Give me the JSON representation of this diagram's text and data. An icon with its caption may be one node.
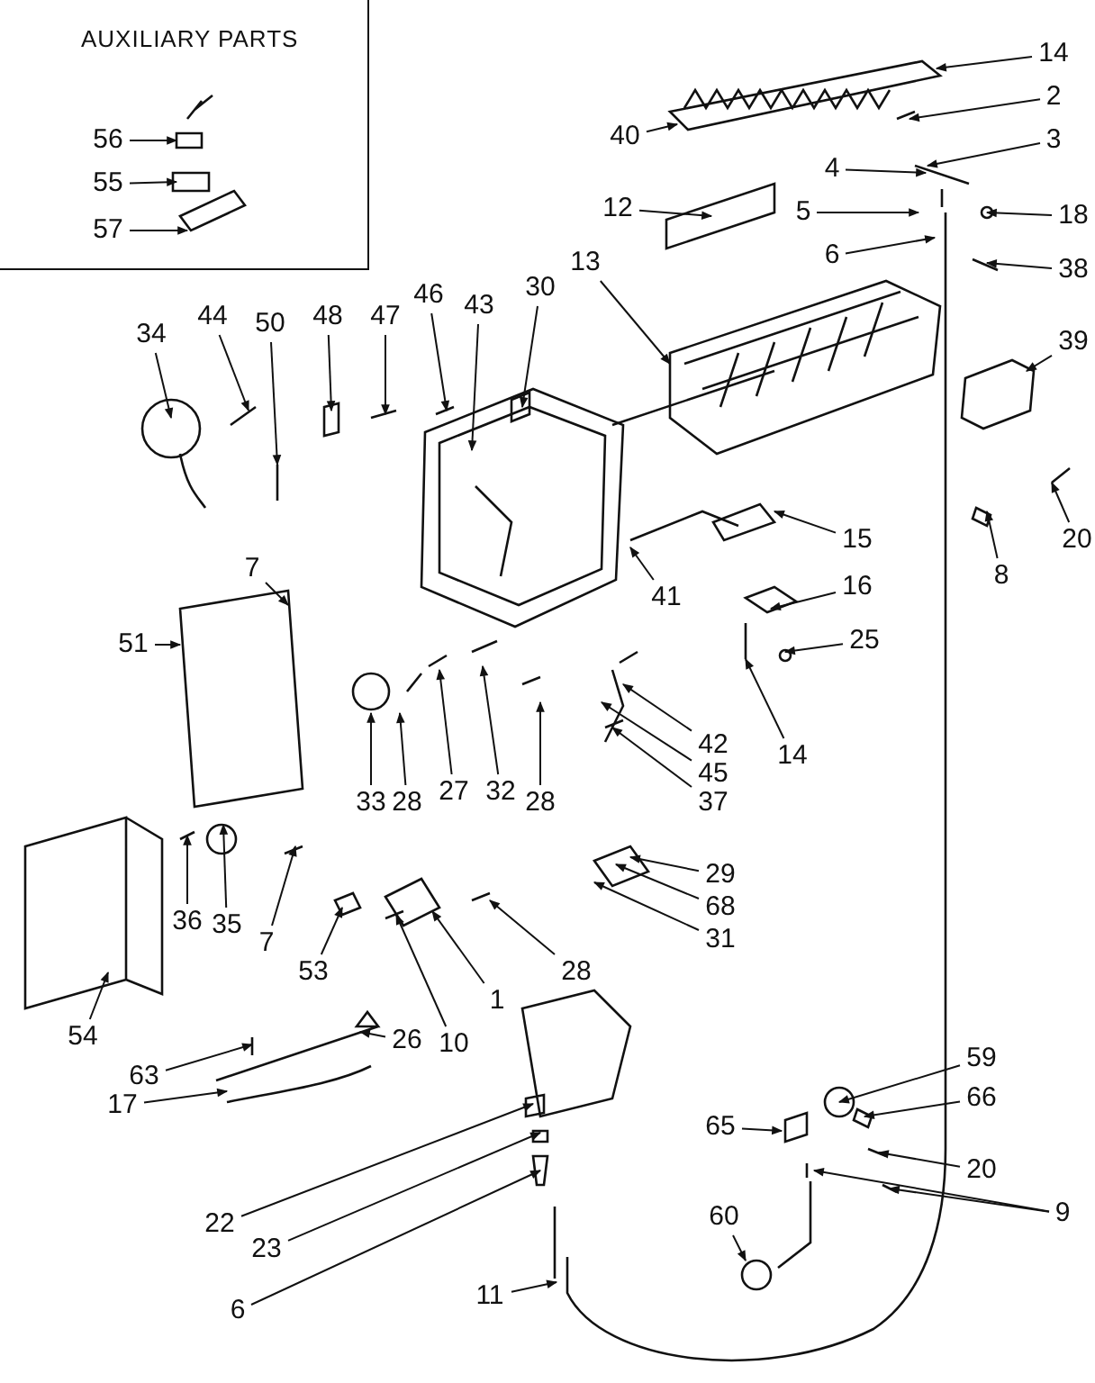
{
  "diagram": {
    "nodes": [
      {
        "text": [
          "AUXILIARY PARTS"
        ]
      },
      {
        "text": [
          "56"
        ],
        "in": 0
      },
      {
        "text": [
          "55"
        ],
        "in": 0
      },
      {
        "text": [
          "57"
        ],
        "in": 0
      },
      {
        "text": [
          "14"
        ]
      },
      {
        "text": [
          "40"
        ]
      },
      {
        "text": [
          "2"
        ]
      },
      {
        "text": [
          "3"
        ]
      },
      {
        "text": [
          "18"
        ]
      },
      {
        "text": [
          "38"
        ]
      },
      {
        "text": [
          "12"
        ]
      },
      {
        "text": [
          "4"
        ]
      },
      {
        "text": [
          "5"
        ]
      },
      {
        "text": [
          "6"
        ]
      },
      {
        "text": [
          "13"
        ]
      },
      {
        "text": [
          "39"
        ]
      },
      {
        "text": [
          "30"
        ]
      },
      {
        "text": [
          "46"
        ]
      },
      {
        "text": [
          "43"
        ]
      },
      {
        "text": [
          "48"
        ]
      },
      {
        "text": [
          "47"
        ]
      },
      {
        "text": [
          "34"
        ]
      },
      {
        "text": [
          "44"
        ]
      },
      {
        "text": [
          "50"
        ]
      },
      {
        "text": [
          "20"
        ]
      },
      {
        "text": [
          "8"
        ]
      },
      {
        "text": [
          "7"
        ]
      },
      {
        "text": [
          "51"
        ]
      },
      {
        "text": [
          "41"
        ]
      },
      {
        "text": [
          "15"
        ]
      },
      {
        "text": [
          "16"
        ]
      },
      {
        "text": [
          "25"
        ]
      },
      {
        "text": [
          "14"
        ]
      },
      {
        "text": [
          "42"
        ]
      },
      {
        "text": [
          "45"
        ]
      },
      {
        "text": [
          "37"
        ]
      },
      {
        "text": [
          "28"
        ]
      },
      {
        "text": [
          "27"
        ]
      },
      {
        "text": [
          "32"
        ]
      },
      {
        "text": [
          "28"
        ]
      },
      {
        "text": [
          "33"
        ]
      },
      {
        "text": [
          "29"
        ]
      },
      {
        "text": [
          "68"
        ]
      },
      {
        "text": [
          "31"
        ]
      },
      {
        "text": [
          "36"
        ]
      },
      {
        "text": [
          "35"
        ]
      },
      {
        "text": [
          "7"
        ]
      },
      {
        "text": [
          "53"
        ]
      },
      {
        "text": [
          "28"
        ]
      },
      {
        "text": [
          "1"
        ]
      },
      {
        "text": [
          "10"
        ]
      },
      {
        "text": [
          "54"
        ]
      },
      {
        "text": [
          "26"
        ]
      },
      {
        "text": [
          "63"
        ]
      },
      {
        "text": [
          "17"
        ]
      },
      {
        "text": [
          "59"
        ]
      },
      {
        "text": [
          "66"
        ]
      },
      {
        "text": [
          "20"
        ]
      },
      {
        "text": [
          "9"
        ]
      },
      {
        "text": [
          "65"
        ]
      },
      {
        "text": [
          "22"
        ]
      },
      {
        "text": [
          "23"
        ]
      },
      {
        "text": [
          "6"
        ]
      },
      {
        "text": [
          "60"
        ]
      },
      {
        "text": [
          "11"
        ]
      }
    ],
    "edges": [
      {
        "from": 1,
        "to": null,
        "arrow": "to"
      },
      {
        "from": 2,
        "to": null,
        "arrow": "to"
      },
      {
        "from": 3,
        "to": null,
        "arrow": "to"
      },
      {
        "from": 4,
        "to": null,
        "arrow": "to"
      },
      {
        "from": 5,
        "to": null,
        "arrow": "to"
      },
      {
        "from": 6,
        "to": null,
        "arrow": "to"
      },
      {
        "from": 7,
        "to": null,
        "arrow": "to"
      },
      {
        "from": 8,
        "to": null,
        "arrow": "to"
      },
      {
        "from": 9,
        "to": null,
        "arrow": "to"
      },
      {
        "from": 10,
        "to": null,
        "arrow": "to"
      },
      {
        "from": 11,
        "to": null,
        "arrow": "to"
      },
      {
        "from": 12,
        "to": null,
        "arrow": "to"
      },
      {
        "from": 13,
        "to": null,
        "arrow": "to"
      },
      {
        "from": 14,
        "to": null,
        "arrow": "to"
      },
      {
        "from": 15,
        "to": null,
        "arrow": "to"
      },
      {
        "from": 16,
        "to": null,
        "arrow": "to"
      },
      {
        "from": 17,
        "to": null,
        "arrow": "to"
      },
      {
        "from": 18,
        "to": null,
        "arrow": "to"
      },
      {
        "from": 19,
        "to": null,
        "arrow": "to"
      },
      {
        "from": 20,
        "to": null,
        "arrow": "to"
      },
      {
        "from": 21,
        "to": null,
        "arrow": "to"
      },
      {
        "from": 22,
        "to": null,
        "arrow": "to"
      },
      {
        "from": 23,
        "to": null,
        "arrow": "to"
      },
      {
        "from": 24,
        "to": null,
        "arrow": "to"
      },
      {
        "from": 25,
        "to": null,
        "arrow": "to"
      },
      {
        "from": 26,
        "to": null,
        "arrow": "to"
      },
      {
        "from": 27,
        "to": null,
        "arrow": "to"
      },
      {
        "from": 28,
        "to": null,
        "arrow": "to"
      },
      {
        "from": 29,
        "to": null,
        "arrow": "to"
      },
      {
        "from": 30,
        "to": null,
        "arrow": "to"
      },
      {
        "from": 31,
        "to": null,
        "arrow": "to"
      },
      {
        "from": 32,
        "to": null,
        "arrow": "to"
      },
      {
        "from": 33,
        "to": null,
        "arrow": "to"
      },
      {
        "from": 34,
        "to": null,
        "arrow": "to"
      },
      {
        "from": 35,
        "to": null,
        "arrow": "to"
      },
      {
        "from": 36,
        "to": null,
        "arrow": "to"
      },
      {
        "from": 37,
        "to": null,
        "arrow": "to"
      },
      {
        "from": 38,
        "to": null,
        "arrow": "to"
      },
      {
        "from": 39,
        "to": null,
        "arrow": "to"
      },
      {
        "from": 40,
        "to": null,
        "arrow": "to"
      },
      {
        "from": 41,
        "to": null,
        "arrow": "to"
      },
      {
        "from": 42,
        "to": null,
        "arrow": "to"
      },
      {
        "from": 43,
        "to": null,
        "arrow": "to"
      },
      {
        "from": 44,
        "to": null,
        "arrow": "to"
      },
      {
        "from": 45,
        "to": null,
        "arrow": "to"
      },
      {
        "from": 46,
        "to": null,
        "arrow": "to"
      },
      {
        "from": 47,
        "to": null,
        "arrow": "to"
      },
      {
        "from": 48,
        "to": null,
        "arrow": "to"
      },
      {
        "from": 49,
        "to": null,
        "arrow": "to"
      },
      {
        "from": 50,
        "to": null,
        "arrow": "to"
      },
      {
        "from": 51,
        "to": null,
        "arrow": "to"
      },
      {
        "from": 52,
        "to": null,
        "arrow": "to"
      },
      {
        "from": 53,
        "to": null,
        "arrow": "to"
      },
      {
        "from": 54,
        "to": null,
        "arrow": "to"
      },
      {
        "from": 55,
        "to": null,
        "arrow": "to"
      },
      {
        "from": 56,
        "to": null,
        "arrow": "to"
      },
      {
        "from": 57,
        "to": null,
        "arrow": "to"
      },
      {
        "from": 58,
        "to": null,
        "arrow": "to"
      },
      {
        "from": 59,
        "to": null,
        "arrow": "to"
      },
      {
        "from": 60,
        "to": null,
        "arrow": "to"
      },
      {
        "from": 61,
        "to": null,
        "arrow": "to"
      },
      {
        "from": 62,
        "to": null,
        "arrow": "to"
      },
      {
        "from": 63,
        "to": null,
        "arrow": "to"
      },
      {
        "from": 64,
        "to": null,
        "arrow": "to"
      },
      {
        "from": 58,
        "to": null,
        "arrow": "to"
      }
    ]
  }
}
